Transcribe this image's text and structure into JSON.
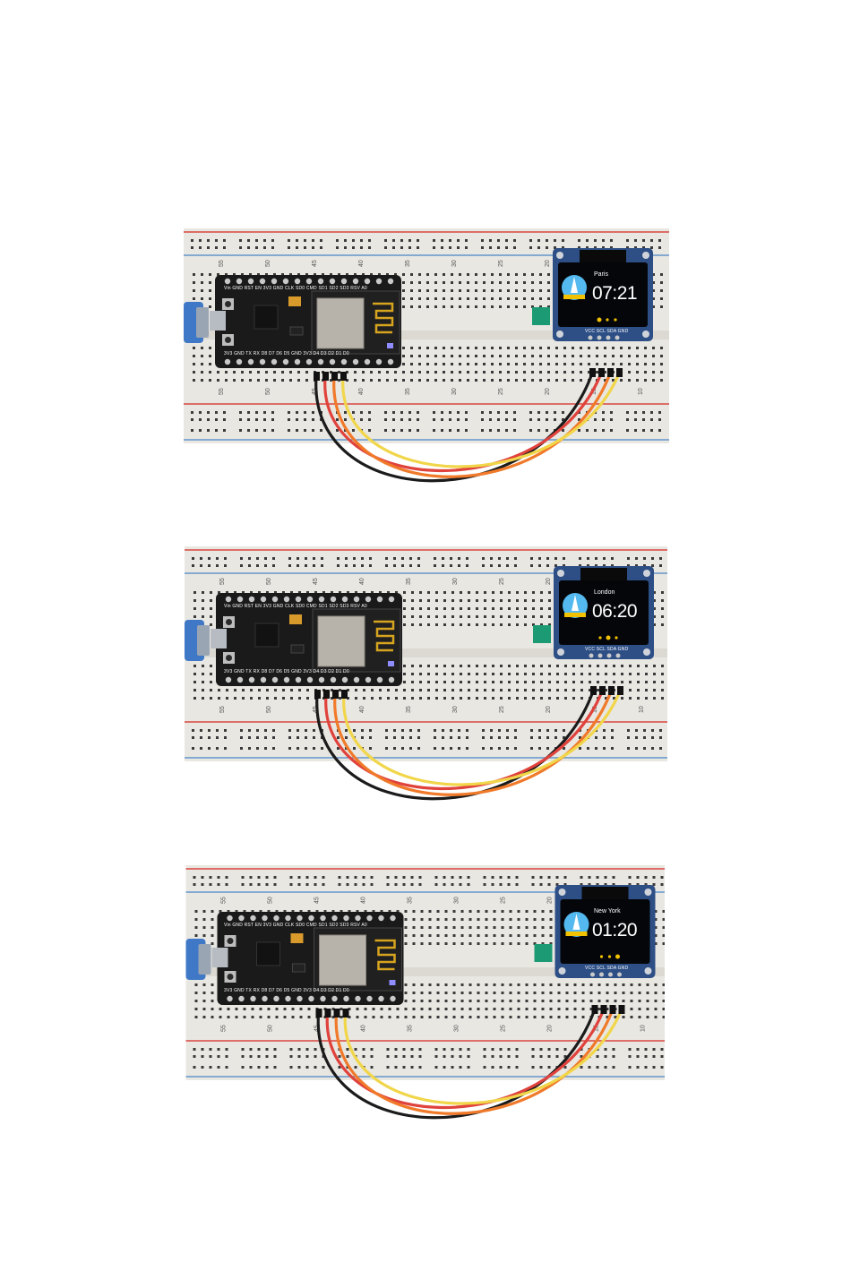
{
  "photos": [
    {
      "city": "Paris",
      "time": "07:21",
      "oled_pins": "VCC SCL SDA GND",
      "board_top_pins": "Vin GND RST EN 3V3 GND CLK SD0 CMD SD1 SD2 SD3 RSV A0",
      "board_bottom_pins": "3V3 GND TX RX D8 D7 D6 D5 GND 3V3 D4 D3 D2 D1 D0",
      "page_indicator": {
        "count": 3,
        "active": 1
      }
    },
    {
      "city": "London",
      "time": "06:20",
      "oled_pins": "VCC SCL SDA GND",
      "board_top_pins": "Vin GND RST EN 3V3 GND CLK SD0 CMD SD1 SD2 SD3 RSV A0",
      "board_bottom_pins": "3V3 GND TX RX D8 D7 D6 D5 GND 3V3 D4 D3 D2 D1 D0",
      "page_indicator": {
        "count": 3,
        "active": 2
      }
    },
    {
      "city": "New York",
      "time": "01:20",
      "oled_pins": "VCC SCL SDA GND",
      "board_top_pins": "Vin GND RST EN 3V3 GND CLK SD0 CMD SD1 SD2 SD3 RSV A0",
      "board_bottom_pins": "3V3 GND TX RX D8 D7 D6 D5 GND 3V3 D4 D3 D2 D1 D0",
      "page_indicator": {
        "count": 3,
        "active": 3
      }
    }
  ],
  "breadboard_numbers": [
    "55",
    "50",
    "45",
    "40",
    "35",
    "30",
    "25",
    "20",
    "15",
    "10"
  ],
  "colors": {
    "breadboard": "#e9e7e2",
    "rail_red": "#d9473f",
    "rail_blue": "#4a86c8",
    "board_black": "#1a1a1a",
    "oled_pcb": "#2d4f86",
    "oled_screen": "#05060a",
    "oled_yellow": "#f2c200",
    "oled_blue": "#53b9ef",
    "wire_black": "#1b1b1b",
    "wire_red": "#e0423c",
    "wire_orange": "#f07a2a",
    "wire_yellow": "#f1d64a",
    "usb_blue": "#3f78c6",
    "green_component": "#1b9a73"
  }
}
